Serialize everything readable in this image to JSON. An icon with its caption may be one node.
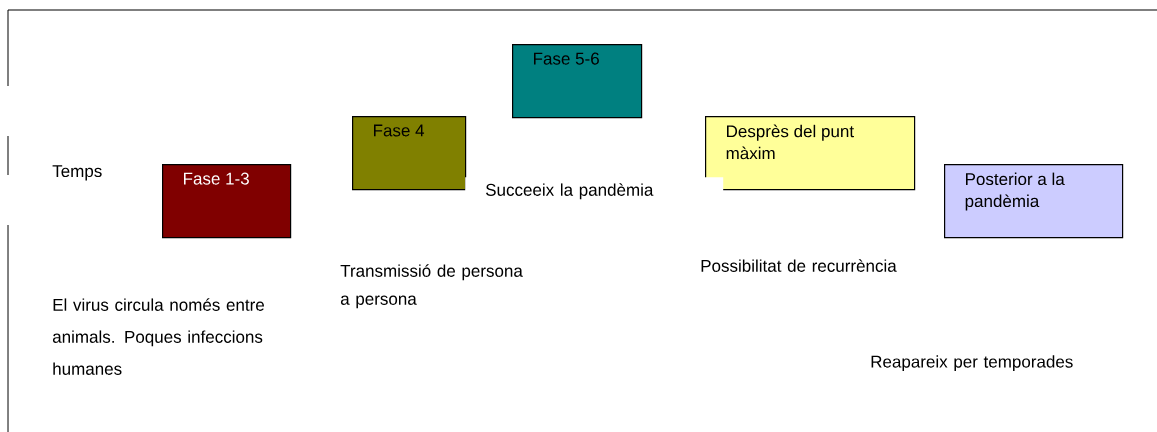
{
  "diagram": {
    "nodes": [
      {
        "text": [
          "Fase 1-3"
        ]
      },
      {
        "text": [
          "Fase 4"
        ]
      },
      {
        "text": [
          "Fase 5-6"
        ]
      },
      {
        "text": [
          "Desprès del punt màxim"
        ]
      },
      {
        "text": [
          "Posterior a la pandèmia"
        ]
      }
    ],
    "labels": [
      "Temps",
      "Succeeix la pandèmia",
      "Transmissió de persona a persona",
      "Possibilitat de recurrència",
      "El virus circula només entre animals. Poques infeccions humanes",
      "Reapareix per temporades"
    ]
  }
}
